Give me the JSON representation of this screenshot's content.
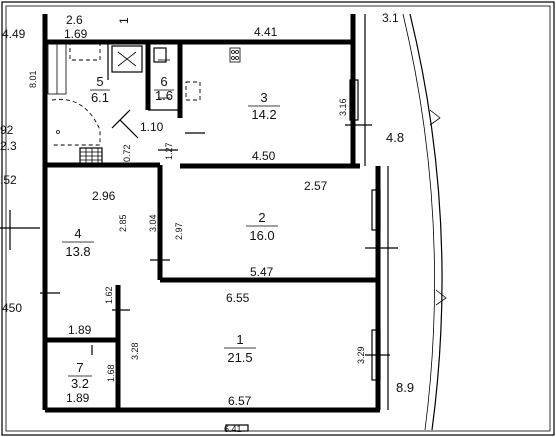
{
  "rooms": [
    {
      "num": "1",
      "area": "21.5"
    },
    {
      "num": "2",
      "area": "16.0"
    },
    {
      "num": "3",
      "area": "14.2"
    },
    {
      "num": "4",
      "area": "13.8"
    },
    {
      "num": "5",
      "area": "6.1"
    },
    {
      "num": "6",
      "area": "1.6"
    },
    {
      "num": "7",
      "area": "3.2"
    }
  ],
  "edge_areas": {
    "top_left_num": "2.6",
    "left_mid_num": "92",
    "left_mid_area": "2.3",
    "right_top": "3.1",
    "right_mid": "4.8",
    "right_bottom": "8.9"
  },
  "dimensions": {
    "d_4_49": "4.49",
    "d_1_69": "1.69",
    "d_4_41": "4.41",
    "d_8_01": "8.01",
    "d_3_16": "3.16",
    "d_1_10": "1.10",
    "d_0_72": "0.72",
    "d_1_27": "1.27",
    "d_4_50": "4.50",
    "d_52": ".52",
    "d_2_96": "2.96",
    "d_2_85": "2.85",
    "d_3_04": "3.04",
    "d_2_97": "2.97",
    "d_2_57": "2.57",
    "d_5_47": "5.47",
    "d_450": "450",
    "d_1_62": "1.62",
    "d_6_55": "6.55",
    "d_1_89_a": "1.89",
    "d_3_28": "3.28",
    "d_3_29": "3.29",
    "d_1_68": "1.68",
    "d_1_89_b": "1.89",
    "d_6_57": "6.57",
    "d_6_41": "6.41",
    "d_top_frag": "1"
  }
}
